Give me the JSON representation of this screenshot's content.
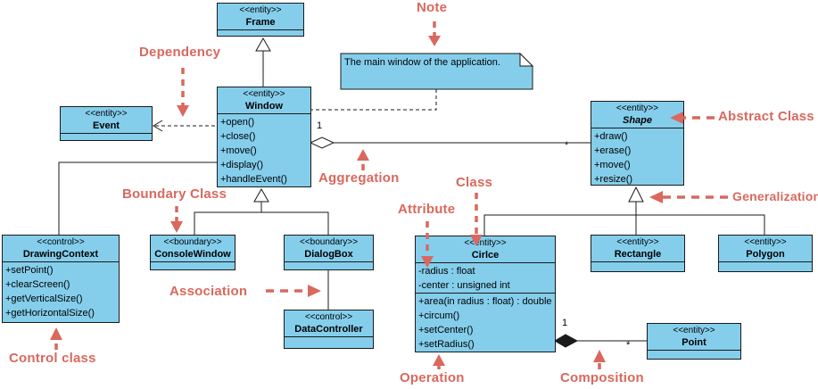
{
  "colors": {
    "class_fill": "#84CEEC",
    "class_border": "#1A1A1A",
    "connector": "#1A1A1A",
    "annotation": "#D9685E",
    "background": "#FFFFFF"
  },
  "note": {
    "text": "The main window of the application."
  },
  "classes": {
    "frame": {
      "stereotype": "<<entity>>",
      "name": "Frame"
    },
    "window": {
      "stereotype": "<<entity>>",
      "name": "Window",
      "operations": [
        "+open()",
        "+close()",
        "+move()",
        "+display()",
        "+handleEvent()"
      ]
    },
    "event": {
      "stereotype": "<<entity>>",
      "name": "Event"
    },
    "shape": {
      "stereotype": "<<entity>>",
      "name": "Shape",
      "operations": [
        "+draw()",
        "+erase()",
        "+move()",
        "+resize()"
      ]
    },
    "drawingContext": {
      "stereotype": "<<control>>",
      "name": "DrawingContext",
      "operations": [
        "+setPoint()",
        "+clearScreen()",
        "+getVerticalSize()",
        "+getHorizontalSize()"
      ]
    },
    "consoleWindow": {
      "stereotype": "<<boundary>>",
      "name": "ConsoleWindow"
    },
    "dialogBox": {
      "stereotype": "<<boundary>>",
      "name": "DialogBox"
    },
    "dataController": {
      "stereotype": "<<control>>",
      "name": "DataController"
    },
    "circle": {
      "stereotype": "<<entity>>",
      "name": "Cirlce",
      "attributes": [
        "-radius : float",
        "-center : unsigned int"
      ],
      "operations": [
        "+area(in radius : float) : double",
        "+circum()",
        "+setCenter()",
        "+setRadius()"
      ]
    },
    "rectangle": {
      "stereotype": "<<entity>>",
      "name": "Rectangle"
    },
    "polygon": {
      "stereotype": "<<entity>>",
      "name": "Polygon"
    },
    "point": {
      "stereotype": "<<entity>>",
      "name": "Point"
    }
  },
  "multiplicities": {
    "aggregation_source": "1",
    "aggregation_target": "*",
    "composition_source": "1",
    "composition_target": "*"
  },
  "annotations": {
    "note": "Note",
    "dependency": "Dependency",
    "abstract_class": "Abstract Class",
    "aggregation": "Aggregation",
    "boundary_class": "Boundary Class",
    "class_label": "Class",
    "attribute": "Attribute",
    "generalization": "Generalization",
    "association": "Association",
    "control_class": "Control class",
    "operation": "Operation",
    "composition": "Composition"
  }
}
